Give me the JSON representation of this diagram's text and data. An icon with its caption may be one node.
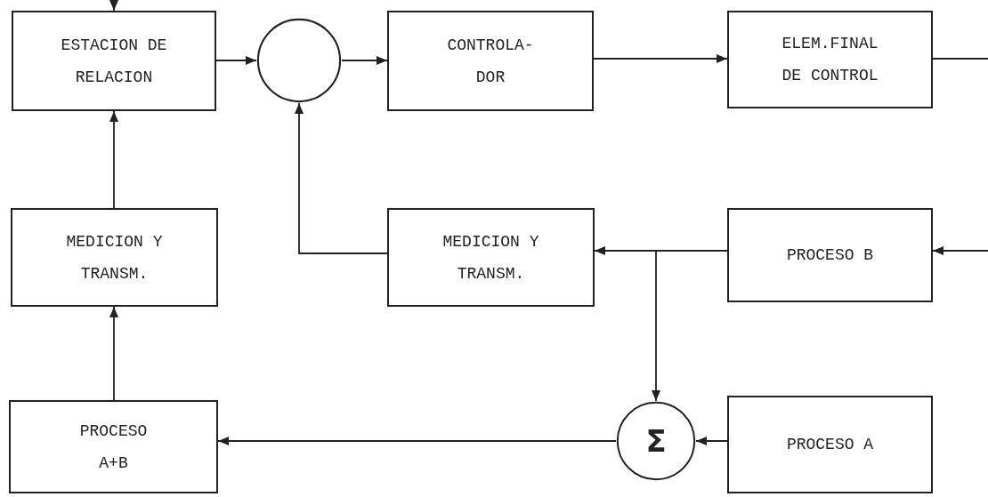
{
  "diagram": {
    "nodes": [
      {
        "text": [
          "ESTACION DE RELACION"
        ]
      },
      {
        "text": [],
        "shape": "circle"
      },
      {
        "text": [
          "CONTROLA- DOR"
        ]
      },
      {
        "text": [
          "ELEM.FINAL DE CONTROL"
        ]
      },
      {
        "text": [
          "MEDICION Y TRANSM."
        ]
      },
      {
        "text": [
          "MEDICION Y TRANSM."
        ]
      },
      {
        "text": [
          "PROCESO B"
        ]
      },
      {
        "text": [
          "PROCESO A+B"
        ]
      },
      {
        "text": [
          "Σ"
        ]
      },
      {
        "text": [
          "PROCESO A"
        ]
      }
    ],
    "edges": [
      {
        "from": null,
        "to": 0,
        "arrow": "to"
      },
      {
        "from": 0,
        "to": 1,
        "arrow": "to"
      },
      {
        "from": 1,
        "to": 2,
        "arrow": "to"
      },
      {
        "from": 2,
        "to": 3,
        "arrow": "to"
      },
      {
        "from": 3,
        "to": null,
        "arrow": "none"
      },
      {
        "from": null,
        "to": 6,
        "arrow": "to"
      },
      {
        "from": 6,
        "to": 5,
        "arrow": "to"
      },
      {
        "from": 6,
        "to": 8,
        "arrow": "to"
      },
      {
        "from": 5,
        "to": 1,
        "arrow": "to"
      },
      {
        "from": 4,
        "to": 0,
        "arrow": "to"
      },
      {
        "from": 7,
        "to": 4,
        "arrow": "to"
      },
      {
        "from": 9,
        "to": 8,
        "arrow": "to"
      },
      {
        "from": 8,
        "to": 7,
        "arrow": "to"
      }
    ]
  }
}
